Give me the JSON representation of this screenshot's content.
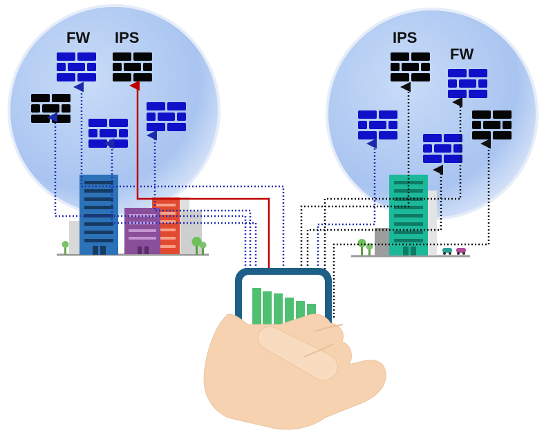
{
  "labels": {
    "left_fw": "FW",
    "left_ips": "IPS",
    "right_ips": "IPS",
    "right_fw": "FW"
  },
  "colors": {
    "cloud": "#aec9f3",
    "firewall_fw": "#1010c8",
    "firewall_ips": "#050505",
    "link_blue": "#2030b0",
    "link_black": "#111111",
    "link_red": "#c00000",
    "building_blue": "#2c72b8",
    "building_purple": "#8a4f9a",
    "building_red": "#e24a30",
    "building_teal": "#1cb89a",
    "phone_frame": "#1d5f86",
    "signal_bars": "#4fbf72",
    "hand": "#f6d2b0"
  },
  "icons": {
    "firewall": "brick-wall-icon",
    "building": "office-building-icon",
    "tree": "tree-icon",
    "car": "car-icon",
    "device": "tablet-icon",
    "hand": "hand-icon"
  }
}
